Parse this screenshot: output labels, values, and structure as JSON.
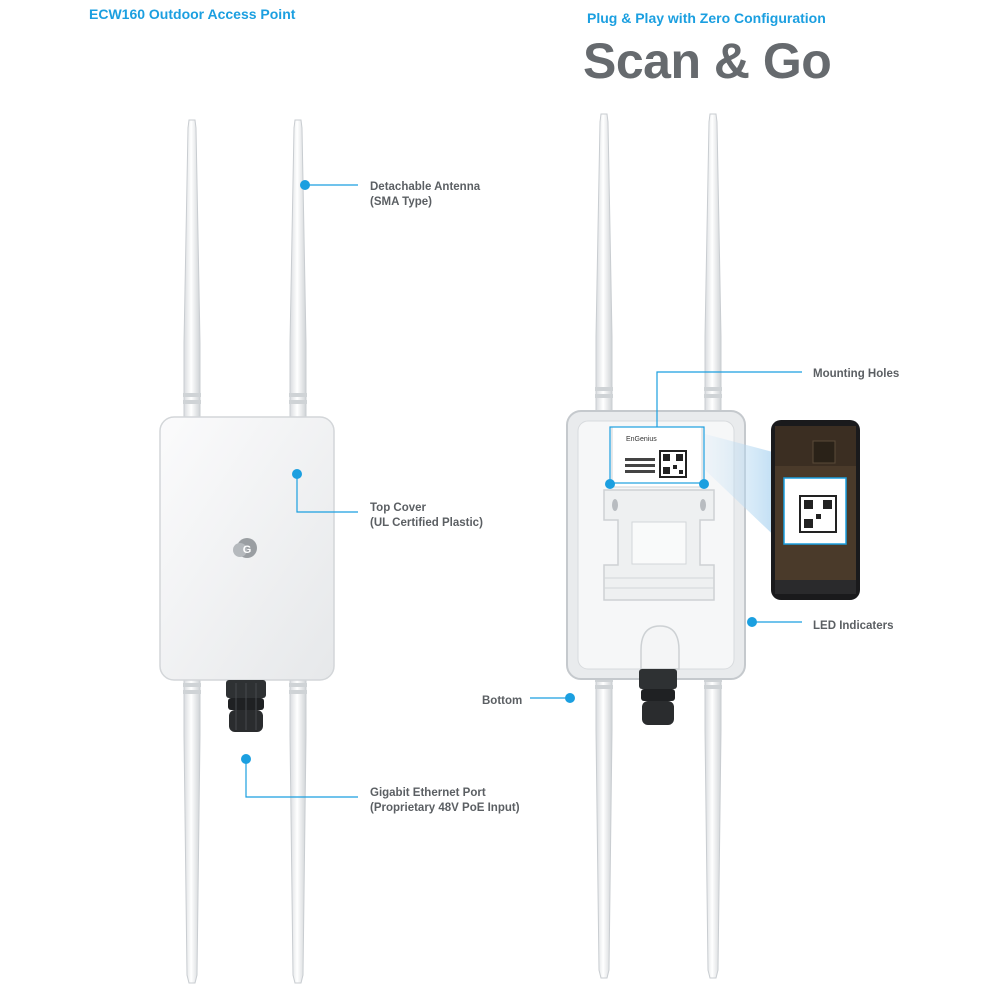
{
  "header": {
    "product_title": "ECW160 Outdoor Access Point",
    "tagline": "Plug & Play with Zero Configuration",
    "headline": "Scan & Go"
  },
  "callouts": {
    "antenna": {
      "line1": "Detachable Antenna",
      "line2": "(SMA Type)"
    },
    "top_cover": {
      "line1": "Top Cover",
      "line2": "(UL Certified Plastic)"
    },
    "ethernet": {
      "line1": "Gigabit Ethernet Port",
      "line2": "(Proprietary 48V PoE Input)"
    },
    "mounting": {
      "line1": "Mounting Holes"
    },
    "led": {
      "line1": "LED Indicaters"
    },
    "bottom": {
      "line1": "Bottom"
    }
  },
  "device": {
    "brand": "EnGenius"
  },
  "colors": {
    "accent": "#1b9fe0",
    "headline": "#666a6e",
    "label": "#5b5f63"
  },
  "icons": [
    "engenius-logo-icon",
    "qr-code-icon",
    "smartphone-icon"
  ]
}
